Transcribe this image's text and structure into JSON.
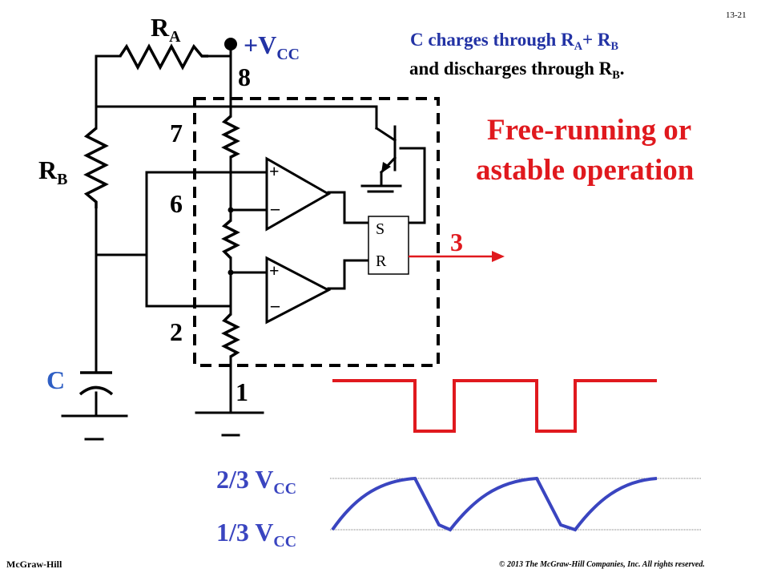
{
  "slide_number": "13-21",
  "labels": {
    "ra": {
      "main": "R",
      "sub": "A"
    },
    "rb": {
      "main": "R",
      "sub": "B"
    },
    "vcc": {
      "main": "+V",
      "sub": "CC"
    },
    "cap": "C",
    "pins": [
      "8",
      "7",
      "6",
      "2",
      "1",
      "3"
    ],
    "latch_s": "S",
    "latch_r": "R",
    "plus": "+",
    "minus": "–"
  },
  "note": {
    "line1_a": "C",
    "line1_b": " charges through R",
    "line1_sub_a": "A",
    "line1_c": "+ R",
    "line1_sub_b": "B",
    "line2_a": "and discharges through R",
    "line2_sub": "B",
    "line2_b": "."
  },
  "title": {
    "line1": "Free-running or",
    "line2": "astable operation"
  },
  "levels": {
    "upper": {
      "main": "2/3 V",
      "sub": "CC"
    },
    "lower": {
      "main": "1/3 V",
      "sub": "CC"
    }
  },
  "footer": {
    "publisher": "McGraw-Hill",
    "copyright": "© 2013 The McGraw-Hill Companies, Inc. All rights reserved."
  },
  "colors": {
    "wire": "#000000",
    "red": "#e0191e",
    "blue": "#3a45c0",
    "note_blue": "#2333a5",
    "level_blue": "#3a45c0",
    "cap_blue": "#2f5fc4"
  }
}
